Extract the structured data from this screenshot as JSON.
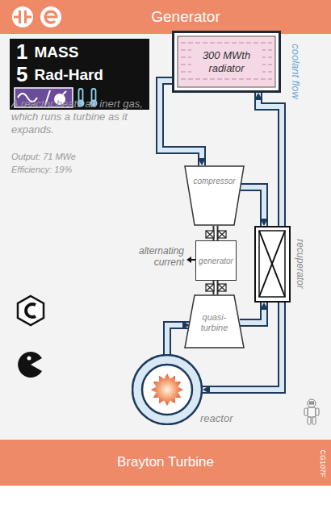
{
  "diagram": {
    "title": "Generator",
    "caption": "Brayton Turbine",
    "nodes": [
      {
        "text": [
          "1",
          "MASS",
          "5",
          "Rad-Hard"
        ]
      },
      {
        "text": [
          "300 MWth radiator"
        ]
      },
      {
        "text": [
          "compressor"
        ]
      },
      {
        "text": [
          "generator"
        ]
      },
      {
        "text": [
          "quasi-turbine"
        ]
      },
      {
        "text": [
          "recuperator"
        ]
      },
      {
        "text": [
          "reactor"
        ]
      }
    ],
    "edges": [
      {
        "from": 6,
        "to": 4,
        "arrow": "to"
      },
      {
        "from": 4,
        "to": 5,
        "arrow": "to"
      },
      {
        "from": 5,
        "to": 1,
        "arrow": "to"
      },
      {
        "from": 1,
        "to": 2,
        "arrow": "to"
      },
      {
        "from": 2,
        "to": 5,
        "arrow": "to"
      },
      {
        "from": 5,
        "to": 6,
        "arrow": "to"
      },
      {
        "from": 2,
        "to": 3,
        "arrow": "none"
      },
      {
        "from": 3,
        "to": 4,
        "arrow": "none"
      }
    ],
    "labels": [
      "A reactor heats an inert gas, which runs a turbine as it expands.",
      "Output: 71 MWe",
      "Efficiency: 19%",
      "alternating current",
      "coolant flow",
      "CG107F"
    ]
  }
}
